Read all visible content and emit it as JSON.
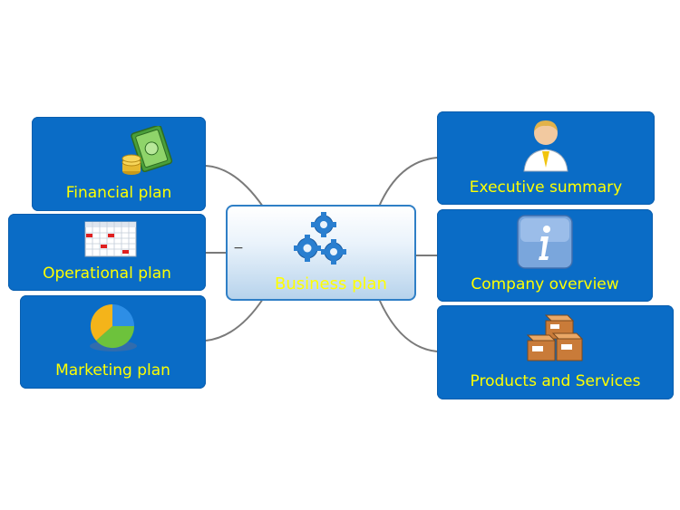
{
  "central": {
    "label": "Business plan",
    "icon": "gears-icon",
    "collapse_glyph": "−"
  },
  "left_topics": [
    {
      "label": "Financial plan",
      "icon": "money-coins-icon"
    },
    {
      "label": "Operational plan",
      "icon": "calendar-schedule-icon"
    },
    {
      "label": "Marketing plan",
      "icon": "pie-chart-icon"
    }
  ],
  "right_topics": [
    {
      "label": "Executive summary",
      "icon": "person-icon"
    },
    {
      "label": "Company overview",
      "icon": "info-icon"
    },
    {
      "label": "Products and Services",
      "icon": "boxes-icon"
    }
  ],
  "colors": {
    "topic_fill": "#0a6cc6",
    "topic_text": "#ffff00",
    "connector": "#777777",
    "central_border": "#2f7fc6"
  }
}
